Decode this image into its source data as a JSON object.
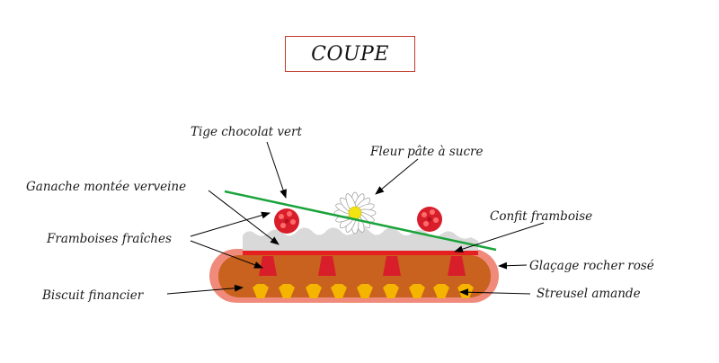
{
  "title": "COUPE",
  "labels": {
    "tige": "Tige chocolat vert",
    "fleur": "Fleur pâte à sucre",
    "ganache": "Ganache montée verveine",
    "confit": "Confit framboise",
    "framboises": "Framboises fraîches",
    "glacage": "Glaçage rocher rosé",
    "biscuit": "Biscuit financier",
    "streusel": "Streusel amande"
  },
  "colors": {
    "title_border": "#c0392b",
    "glaze": "#f08a7a",
    "biscuit": "#c8621e",
    "confit": "#e62020",
    "raspberry": "#d81e2a",
    "ganache": "#d9d9d9",
    "stem": "#1aa33a",
    "streusel": "#f4b400",
    "flower_center": "#f2e313"
  }
}
